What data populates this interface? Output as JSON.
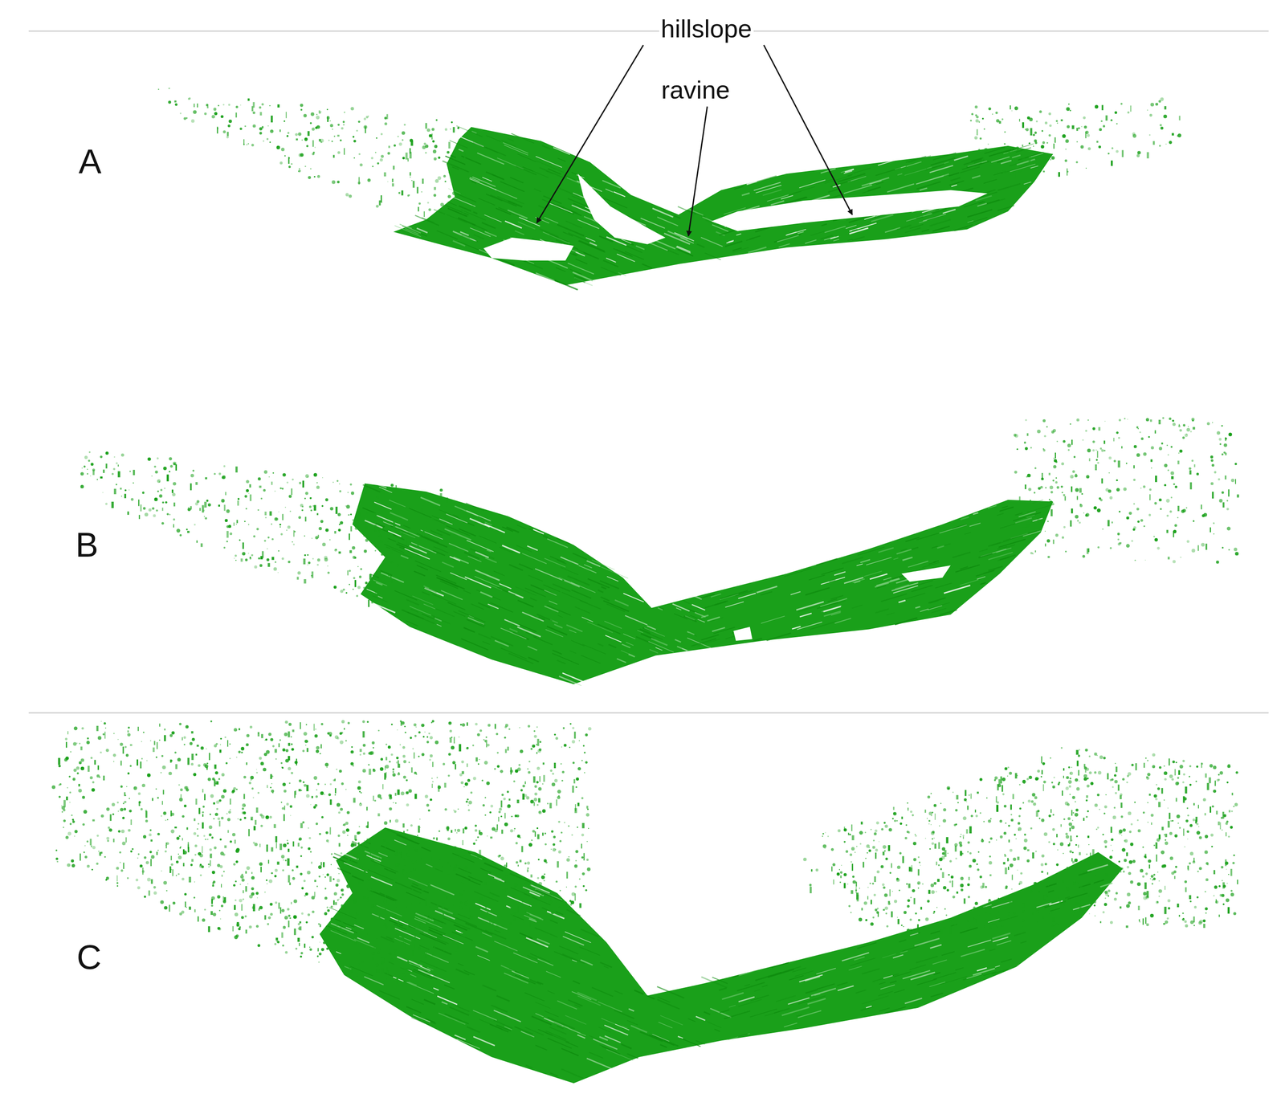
{
  "diagram": {
    "labels": [
      "hillslope",
      "ravine",
      "A",
      "B",
      "C"
    ]
  }
}
